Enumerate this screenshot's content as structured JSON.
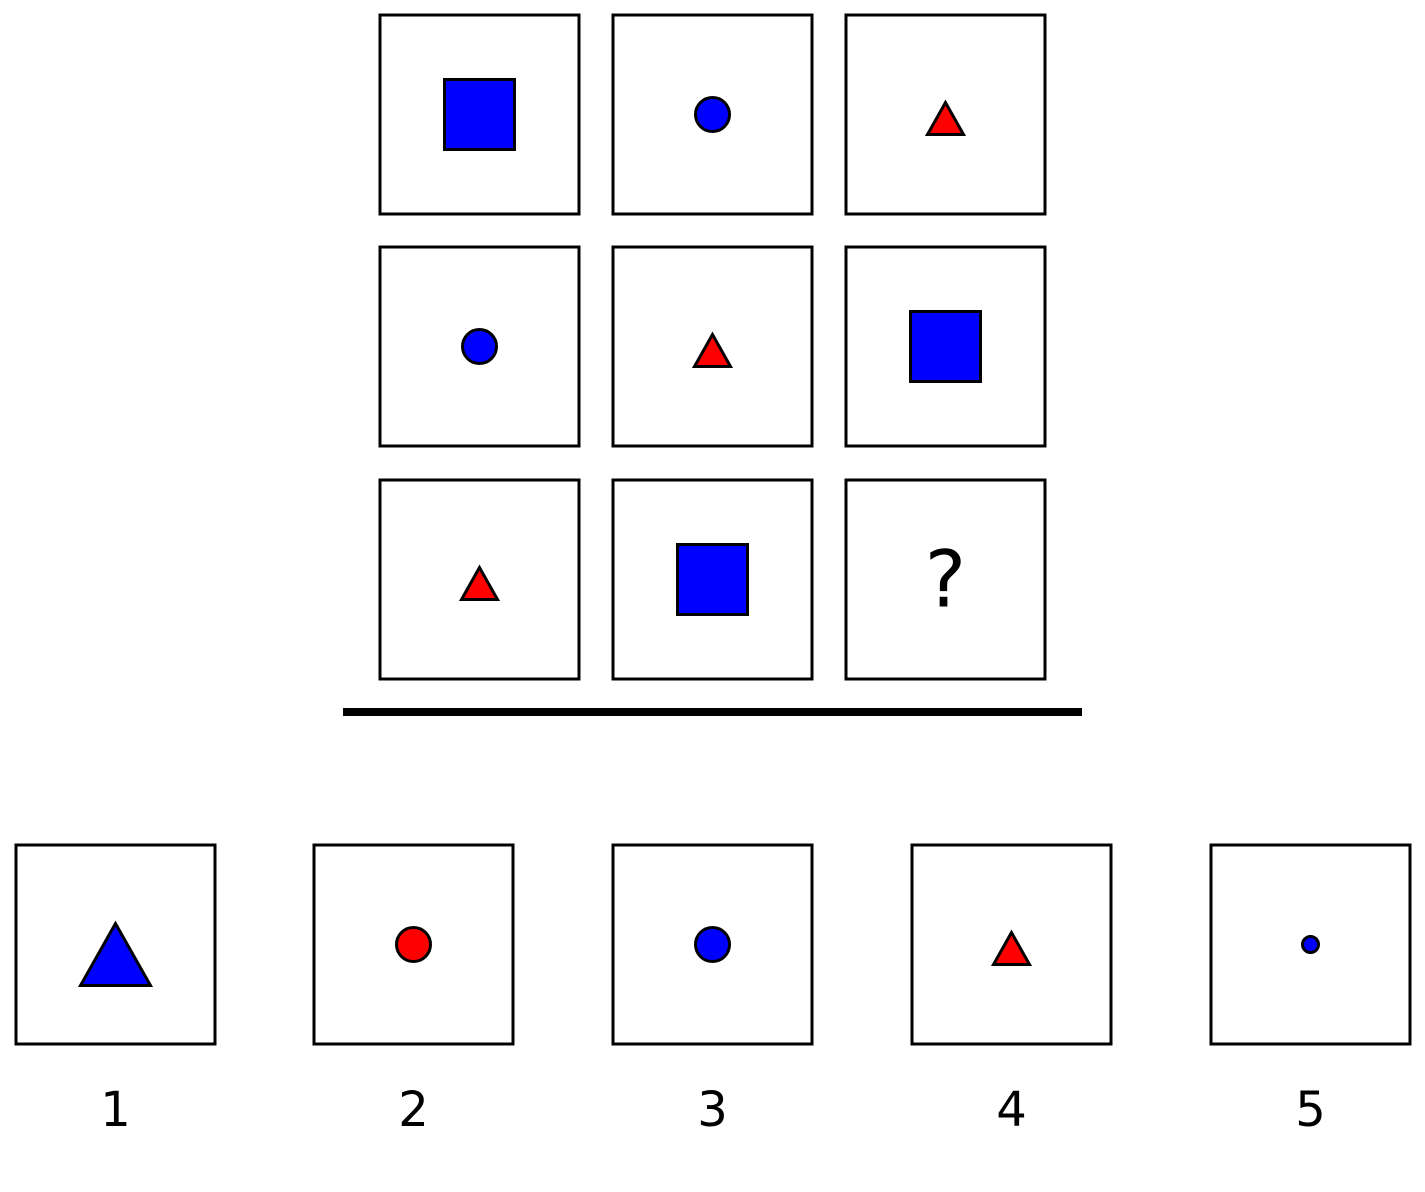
{
  "colors": {
    "blue": "#0000ff",
    "red": "#ff0000",
    "outline": "#000000",
    "background": "#ffffff"
  },
  "matrix": [
    [
      {
        "shape": "square",
        "color": "blue",
        "size": "large"
      },
      {
        "shape": "circle",
        "color": "blue",
        "size": "medium"
      },
      {
        "shape": "triangle",
        "color": "red",
        "size": "small"
      }
    ],
    [
      {
        "shape": "circle",
        "color": "blue",
        "size": "medium"
      },
      {
        "shape": "triangle",
        "color": "red",
        "size": "small"
      },
      {
        "shape": "square",
        "color": "blue",
        "size": "large"
      }
    ],
    [
      {
        "shape": "triangle",
        "color": "red",
        "size": "small"
      },
      {
        "shape": "square",
        "color": "blue",
        "size": "large"
      },
      {
        "shape": "question",
        "text": "?"
      }
    ]
  ],
  "options": [
    {
      "label": "1",
      "shape": "triangle",
      "color": "blue",
      "size": "large"
    },
    {
      "label": "2",
      "shape": "circle",
      "color": "red",
      "size": "medium"
    },
    {
      "label": "3",
      "shape": "circle",
      "color": "blue",
      "size": "medium"
    },
    {
      "label": "4",
      "shape": "triangle",
      "color": "red",
      "size": "small"
    },
    {
      "label": "5",
      "shape": "circle",
      "color": "blue",
      "size": "small"
    }
  ]
}
